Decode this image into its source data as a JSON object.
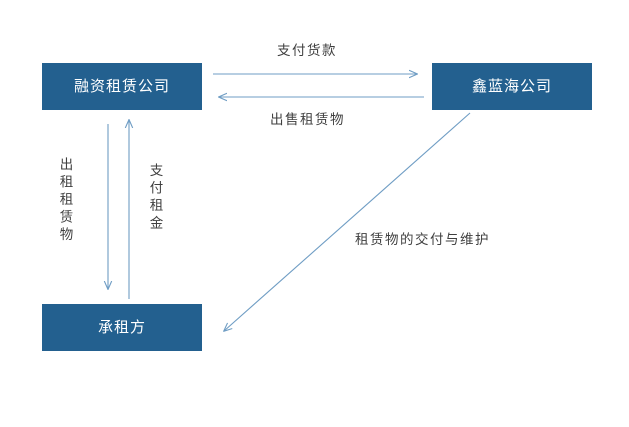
{
  "diagram": {
    "title_present": false,
    "background_color": "#ffffff",
    "node_fill_color": "#23608F",
    "node_text_color": "#ffffff",
    "edge_color": "#6f9dc4",
    "label_text_color": "#3f3f3f",
    "nodes": [
      {
        "id": "lessor",
        "label": "融资租赁公司"
      },
      {
        "id": "supplier",
        "label": "鑫蓝海公司"
      },
      {
        "id": "lessee",
        "label": "承租方"
      }
    ],
    "edges": [
      {
        "id": "pay-goods",
        "label": "支付货款",
        "from": "lessor",
        "to": "supplier",
        "direction": "right"
      },
      {
        "id": "sell-asset",
        "label": "出售租赁物",
        "from": "supplier",
        "to": "lessor",
        "direction": "left"
      },
      {
        "id": "lease-out",
        "label": "出租租赁物",
        "from": "lessor",
        "to": "lessee",
        "direction": "down"
      },
      {
        "id": "pay-rent",
        "label": "支付租金",
        "from": "lessee",
        "to": "lessor",
        "direction": "up"
      },
      {
        "id": "delivery",
        "label": "租赁物的交付与维护",
        "from": "supplier",
        "to": "lessee",
        "direction": "diagonal-down-left"
      }
    ]
  }
}
